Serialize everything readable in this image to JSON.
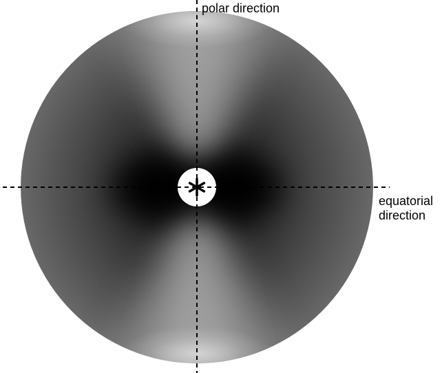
{
  "labels": {
    "polar": "polar direction",
    "equatorial_line1": "equatorial",
    "equatorial_line2": "direction"
  },
  "colors": {
    "background": "#ffffff",
    "axis": "#000000",
    "center_disc": "#ffffff",
    "star": "#000000"
  },
  "icons": {
    "center": "star-asterisk-icon"
  }
}
